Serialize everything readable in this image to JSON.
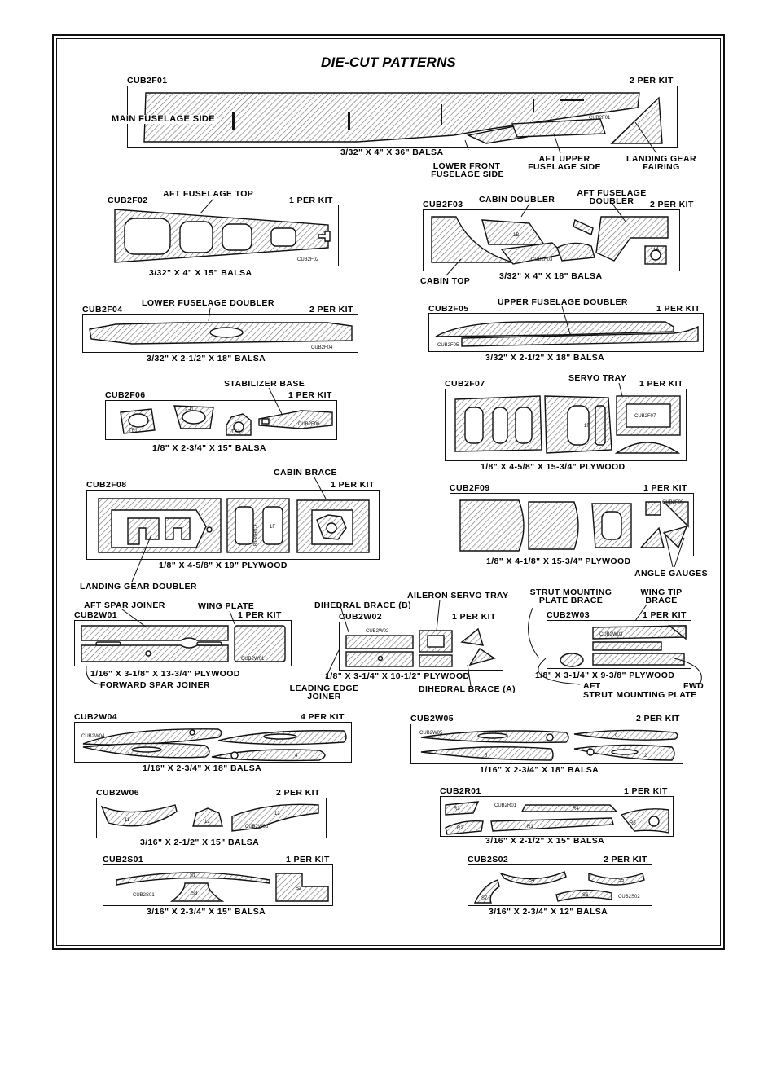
{
  "page": {
    "title": "DIE-CUT PATTERNS"
  },
  "sheets": {
    "f01": {
      "id": "CUB2F01",
      "qty": "2 PER KIT",
      "size": "3/32\" X 4\" X 36\" BALSA",
      "stamp": "CUB2F01"
    },
    "f02": {
      "id": "CUB2F02",
      "qty": "1 PER KIT",
      "size": "3/32\" X 4\" X 15\" BALSA",
      "stamp": "CUB2F02"
    },
    "f03": {
      "id": "CUB2F03",
      "qty": "2 PER KIT",
      "size": "3/32\" X 4\" X 18\" BALSA",
      "stamp": "CUB2F03"
    },
    "f04": {
      "id": "CUB2F04",
      "qty": "2 PER KIT",
      "size": "3/32\" X 2-1/2\" X 18\" BALSA",
      "stamp": "CUB2F04"
    },
    "f05": {
      "id": "CUB2F05",
      "qty": "1 PER KIT",
      "size": "3/32\" X 2-1/2\" X 18\" BALSA",
      "stamp": "CUB2F05"
    },
    "f06": {
      "id": "CUB2F06",
      "qty": "1 PER KIT",
      "size": "1/8\" X 2-3/4\" X 15\" BALSA",
      "stamp": "CUB2F06"
    },
    "f07": {
      "id": "CUB2F07",
      "qty": "1 PER KIT",
      "size": "1/8\" X 4-5/8\" X 15-3/4\" PLYWOOD",
      "stamp": "CUB2F07"
    },
    "f08": {
      "id": "CUB2F08",
      "qty": "1 PER KIT",
      "size": "1/8\" X 4-5/8\" X 19\" PLYWOOD",
      "stamp": "CUB2F08"
    },
    "f09": {
      "id": "CUB2F09",
      "qty": "1 PER KIT",
      "size": "1/8\" X 4-1/8\" X 15-3/4\" PLYWOOD",
      "stamp": "CUB2F09"
    },
    "w01": {
      "id": "CUB2W01",
      "qty": "1 PER KIT",
      "size": "1/16\" X 3-1/8\" X 13-3/4\" PLYWOOD",
      "stamp": "CUB2W01"
    },
    "w02": {
      "id": "CUB2W02",
      "qty": "1 PER KIT",
      "size": "1/8\" X 3-1/4\" X 10-1/2\" PLYWOOD",
      "stamp": "CUB2W02"
    },
    "w03": {
      "id": "CUB2W03",
      "qty": "1 PER KIT",
      "size": "1/8\" X 3-1/4\" X 9-3/8\" PLYWOOD",
      "stamp": "CUB2W03"
    },
    "w04": {
      "id": "CUB2W04",
      "qty": "4 PER KIT",
      "size": "1/16\" X 2-3/4\" X 18\" BALSA",
      "stamp": "CUB2W04"
    },
    "w05": {
      "id": "CUB2W05",
      "qty": "2 PER KIT",
      "size": "1/16\" X 2-3/4\" X 18\" BALSA",
      "stamp": "CUB2W05"
    },
    "w06": {
      "id": "CUB2W06",
      "qty": "2 PER KIT",
      "size": "3/16\" X 2-1/2\" X 15\" BALSA",
      "stamp": "CUB2W06"
    },
    "r01": {
      "id": "CUB2R01",
      "qty": "1 PER KIT",
      "size": "3/16\" X 2-1/2\" X 15\" BALSA",
      "stamp": "CUB2R01"
    },
    "s01": {
      "id": "CUB2S01",
      "qty": "1 PER KIT",
      "size": "3/16\" X 2-3/4\" X 15\" BALSA",
      "stamp": "CUB2S01"
    },
    "s02": {
      "id": "CUB2S02",
      "qty": "2 PER KIT",
      "size": "3/16\" X 2-3/4\" X 12\" BALSA",
      "stamp": "CUB2S02"
    }
  },
  "callouts": {
    "main_fuselage_side": "MAIN FUSELAGE SIDE",
    "lower_front_1": "LOWER FRONT",
    "lower_front_2": "FUSELAGE SIDE",
    "aft_upper_1": "AFT UPPER",
    "aft_upper_2": "FUSELAGE SIDE",
    "landing_gear_1": "LANDING GEAR",
    "landing_gear_2": "FAIRING",
    "aft_fuselage_top": "AFT FUSELAGE TOP",
    "cabin_doubler": "CABIN DOUBLER",
    "aft_fuselage_doubler_1": "AFT FUSELAGE",
    "aft_fuselage_doubler_2": "DOUBLER",
    "cabin_top": "CABIN TOP",
    "lower_fuselage_doubler": "LOWER FUSELAGE DOUBLER",
    "upper_fuselage_doubler": "UPPER FUSELAGE DOUBLER",
    "stabilizer_base": "STABILIZER BASE",
    "servo_tray": "SERVO TRAY",
    "cabin_brace": "CABIN BRACE",
    "landing_gear_doubler": "LANDING GEAR DOUBLER",
    "angle_gauges": "ANGLE GAUGES",
    "aft_spar_joiner": "AFT SPAR JOINER",
    "wing_plate": "WING PLATE",
    "forward_spar_joiner": "FORWARD SPAR JOINER",
    "dihedral_brace_b": "DIHEDRAL BRACE (B)",
    "aileron_servo_tray": "AILERON SERVO TRAY",
    "leading_edge_1": "LEADING EDGE",
    "leading_edge_2": "JOINER",
    "dihedral_brace_a": "DIHEDRAL BRACE (A)",
    "strut_mounting_brace_1": "STRUT MOUNTING",
    "strut_mounting_brace_2": "PLATE BRACE",
    "wing_tip_brace_1": "WING TIP",
    "wing_tip_brace_2": "BRACE",
    "aft": "AFT",
    "fwd": "FWD",
    "strut_mounting_plate": "STRUT MOUNTING PLATE"
  },
  "part_marks": {
    "f03_1b": "1B",
    "f03_1a": "1A",
    "f06_tf1": "TF1",
    "f06_tf2": "TF2",
    "f06_tf3": "TF3",
    "f07_1f": "1F",
    "f08_1f": "1F",
    "w04_4a": "4",
    "w04_4b": "4",
    "w05_9": "9",
    "w05_5": "5",
    "w05_2": "2",
    "w06_11": "11",
    "w06_12": "12",
    "w06_13": "13",
    "r01_r3": "R3",
    "r01_r2": "R2",
    "r01_r4": "R4",
    "r01_r1": "R1",
    "r01_r5": "R5",
    "s01_s1": "S1",
    "s01_s3": "S3",
    "s01_s2": "S2",
    "s02_s4": "S4",
    "s02_s5": "S5",
    "s02_s6": "S6",
    "s02_s7": "S7"
  }
}
